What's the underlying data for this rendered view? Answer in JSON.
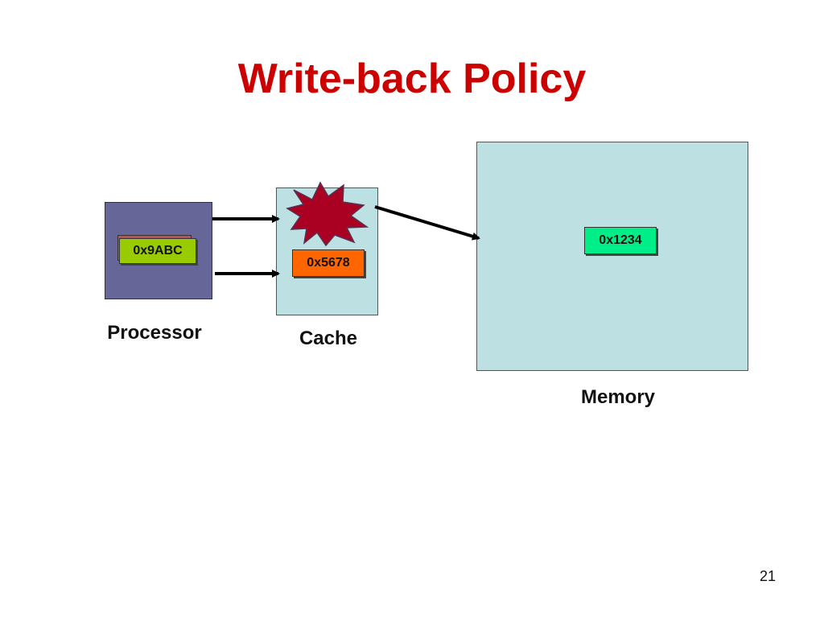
{
  "slide": {
    "title": "Write-back Policy",
    "page_number": "21"
  },
  "processor": {
    "label": "Processor",
    "value": "0x9ABC",
    "value_color": "#99cc00",
    "fill_color": "#666699"
  },
  "cache": {
    "label": "Cache",
    "value": "0x5678",
    "value_color": "#ff6600",
    "fill_color": "#bde0e2",
    "burst_color": "#aa0022",
    "burst_icon": "explosion-burst-icon"
  },
  "memory": {
    "label": "Memory",
    "value": "0x1234",
    "value_color": "#00ee88",
    "fill_color": "#bde0e2"
  },
  "colors": {
    "title": "#cc0000",
    "arrow": "#000000"
  }
}
